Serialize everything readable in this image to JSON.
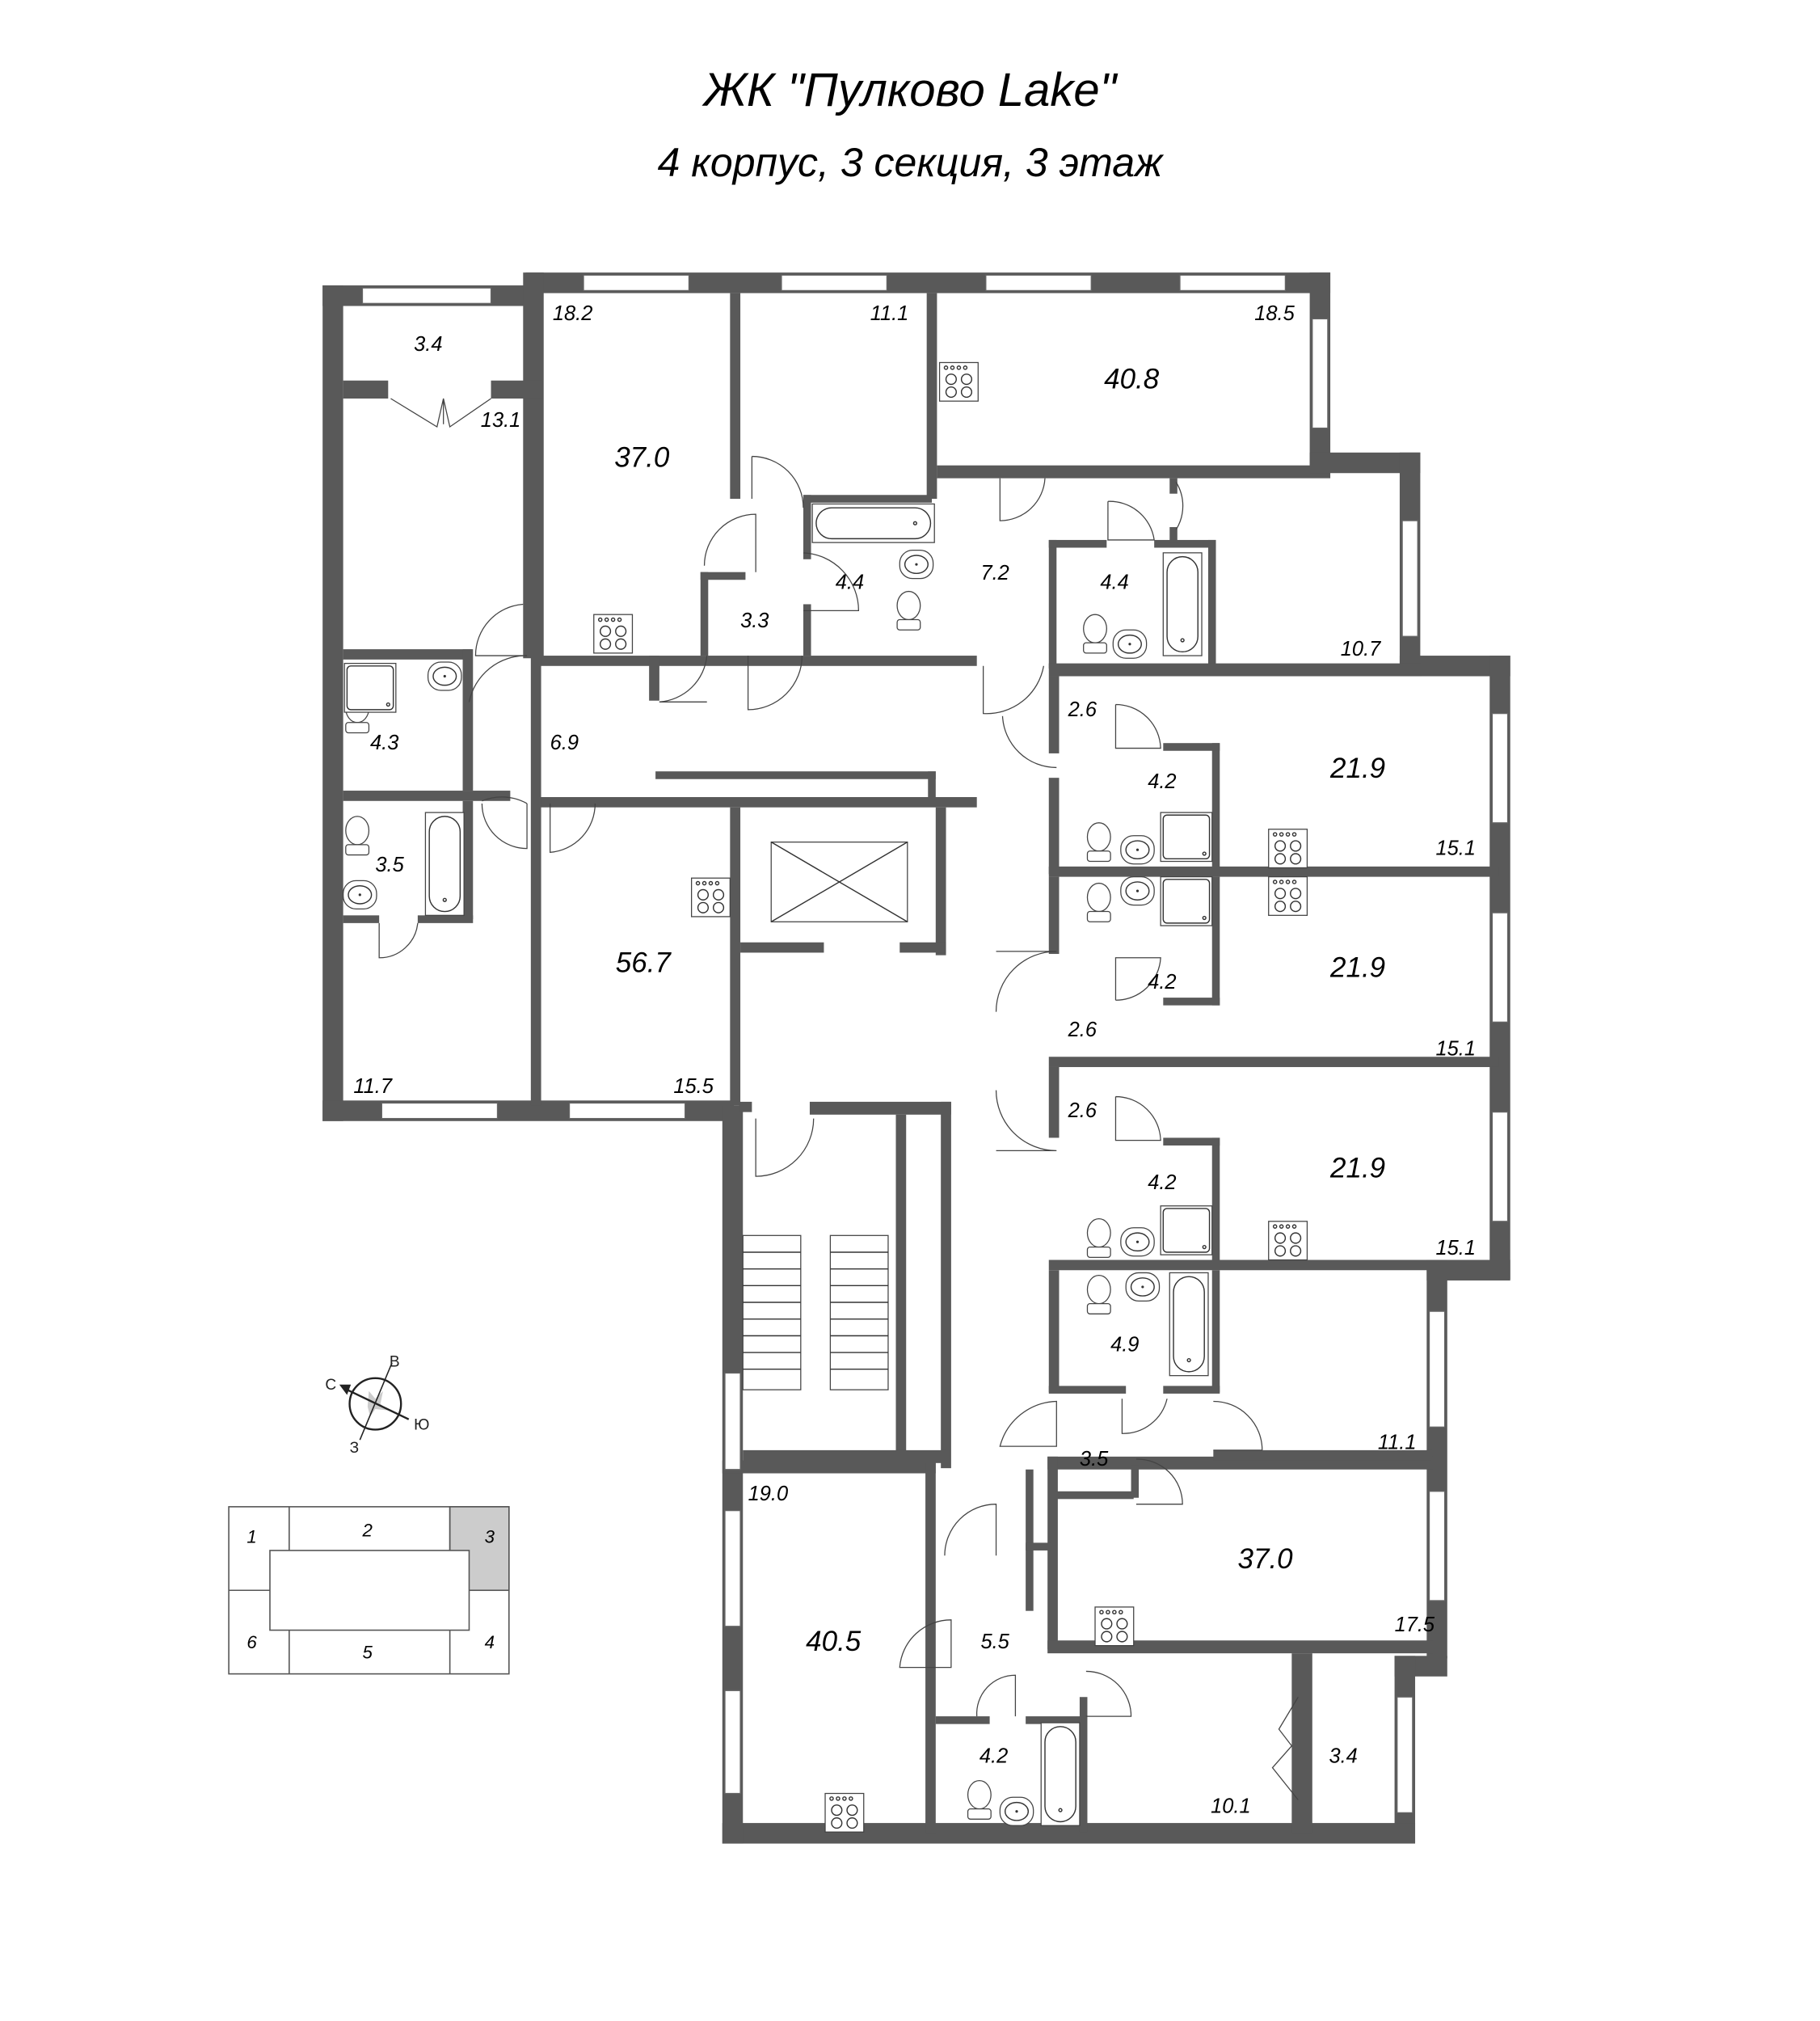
{
  "header": {
    "title": "ЖК \"Пулково Lake\"",
    "subtitle": "4 корпус, 3 секция, 3 этаж"
  },
  "colors": {
    "wall": "#595959",
    "key_highlight": "#cccccc",
    "background": "#ffffff"
  },
  "apartments": [
    {
      "id": "apt-top-left",
      "total": "37.0",
      "rooms": [
        "18.2",
        "13.1",
        "3.4",
        "3.3",
        "4.4"
      ]
    },
    {
      "id": "apt-top-right",
      "total": "40.8",
      "rooms": [
        "18.5",
        "11.1",
        "7.2",
        "4.4",
        "10.7"
      ]
    },
    {
      "id": "apt-left",
      "total": "56.7",
      "rooms": [
        "15.5",
        "11.7",
        "6.9",
        "4.3",
        "3.5"
      ]
    },
    {
      "id": "studio-1",
      "total": "21.9",
      "rooms": [
        "15.1",
        "2.6",
        "4.2"
      ]
    },
    {
      "id": "studio-2",
      "total": "21.9",
      "rooms": [
        "15.1",
        "2.6",
        "4.2"
      ]
    },
    {
      "id": "studio-3",
      "total": "21.9",
      "rooms": [
        "15.1",
        "2.6",
        "4.2"
      ]
    },
    {
      "id": "apt-right-lower",
      "total": "37.0",
      "rooms": [
        "17.5",
        "11.1",
        "4.9",
        "3.5"
      ]
    },
    {
      "id": "apt-bottom",
      "total": "40.5",
      "rooms": [
        "19.0",
        "10.1",
        "5.5",
        "4.2",
        "3.4"
      ]
    }
  ],
  "labels": {
    "a1_total": "37.0",
    "a1_r1": "18.2",
    "a1_r2": "13.1",
    "a1_balcony": "3.4",
    "a1_hall": "3.3",
    "a1_bath": "4.4",
    "a1_r3": "11.1",
    "a2_total": "40.8",
    "a2_r1": "18.5",
    "a2_hall": "7.2",
    "a2_bath": "4.4",
    "a2_r2": "10.7",
    "a3_total": "56.7",
    "a3_r1": "15.5",
    "a3_r2": "11.7",
    "a3_hall": "6.9",
    "a3_bath1": "4.3",
    "a3_bath2": "3.5",
    "s1_total": "21.9",
    "s1_room": "15.1",
    "s1_hall": "2.6",
    "s1_bath": "4.2",
    "s2_total": "21.9",
    "s2_room": "15.1",
    "s2_hall": "2.6",
    "s2_bath": "4.2",
    "s3_total": "21.9",
    "s3_room": "15.1",
    "s3_hall": "2.6",
    "s3_bath": "4.2",
    "a4_total": "37.0",
    "a4_r1": "17.5",
    "a4_r2": "11.1",
    "a4_bath": "4.9",
    "a4_hall": "3.5",
    "a5_total": "40.5",
    "a5_r1": "19.0",
    "a5_r2": "10.1",
    "a5_hall": "5.5",
    "a5_bath": "4.2",
    "a5_balcony": "3.4"
  },
  "compass": {
    "north": "С",
    "east": "В",
    "south": "Ю",
    "west": "З"
  },
  "key_plan": {
    "sections": [
      "1",
      "2",
      "3",
      "4",
      "5",
      "6"
    ],
    "highlighted": "3"
  },
  "icons": [
    "stove-icon",
    "bathtub-icon",
    "toilet-icon",
    "sink-icon",
    "shower-tray-icon",
    "elevator-shaft-icon",
    "stairs-icon",
    "compass-icon"
  ]
}
